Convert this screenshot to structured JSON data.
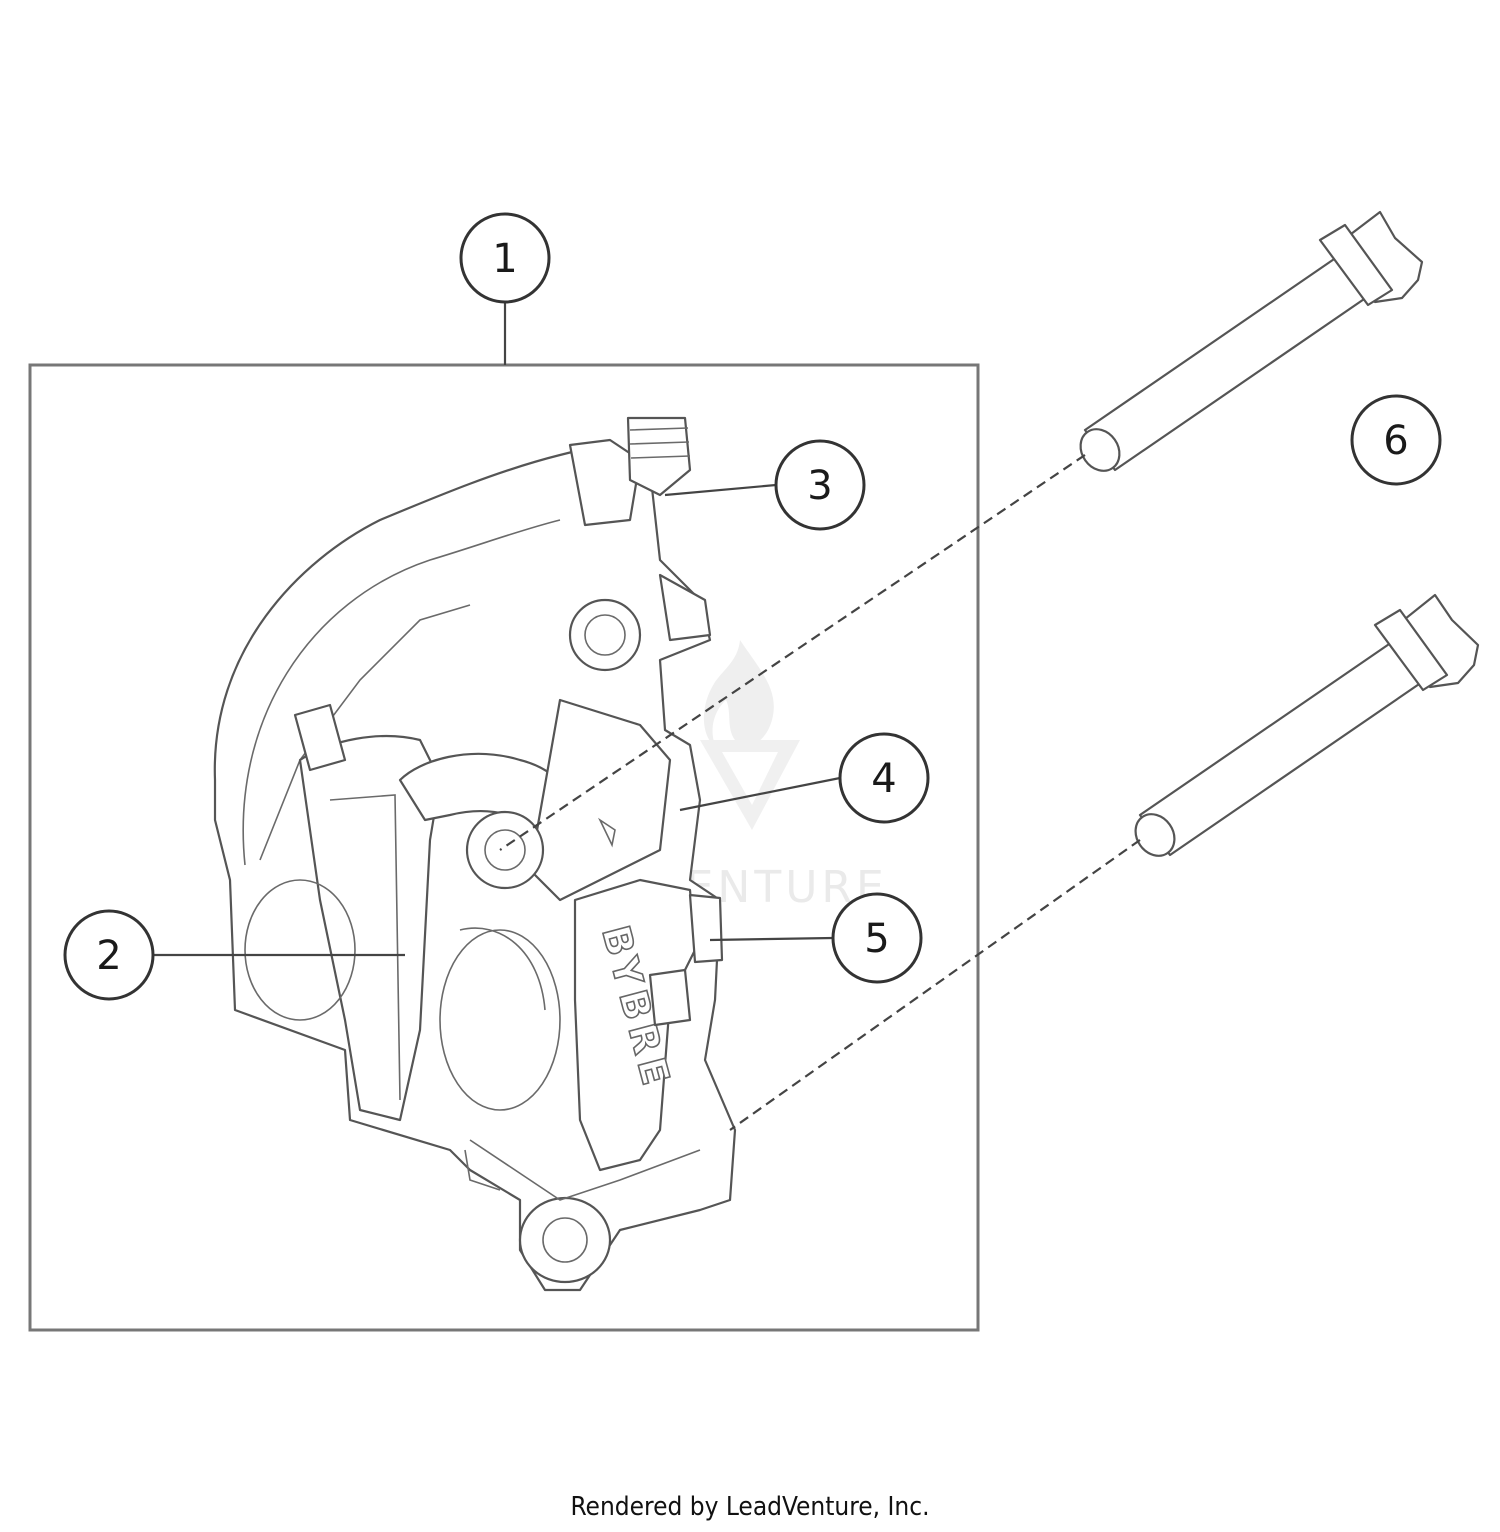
{
  "callouts": [
    {
      "label": "1"
    },
    {
      "label": "2"
    },
    {
      "label": "3"
    },
    {
      "label": "4"
    },
    {
      "label": "5"
    },
    {
      "label": "6"
    }
  ],
  "caliper_lettering": "BYBRE",
  "watermark_text": "LEADVENTURE",
  "footer": "Rendered by LeadVenture, Inc."
}
